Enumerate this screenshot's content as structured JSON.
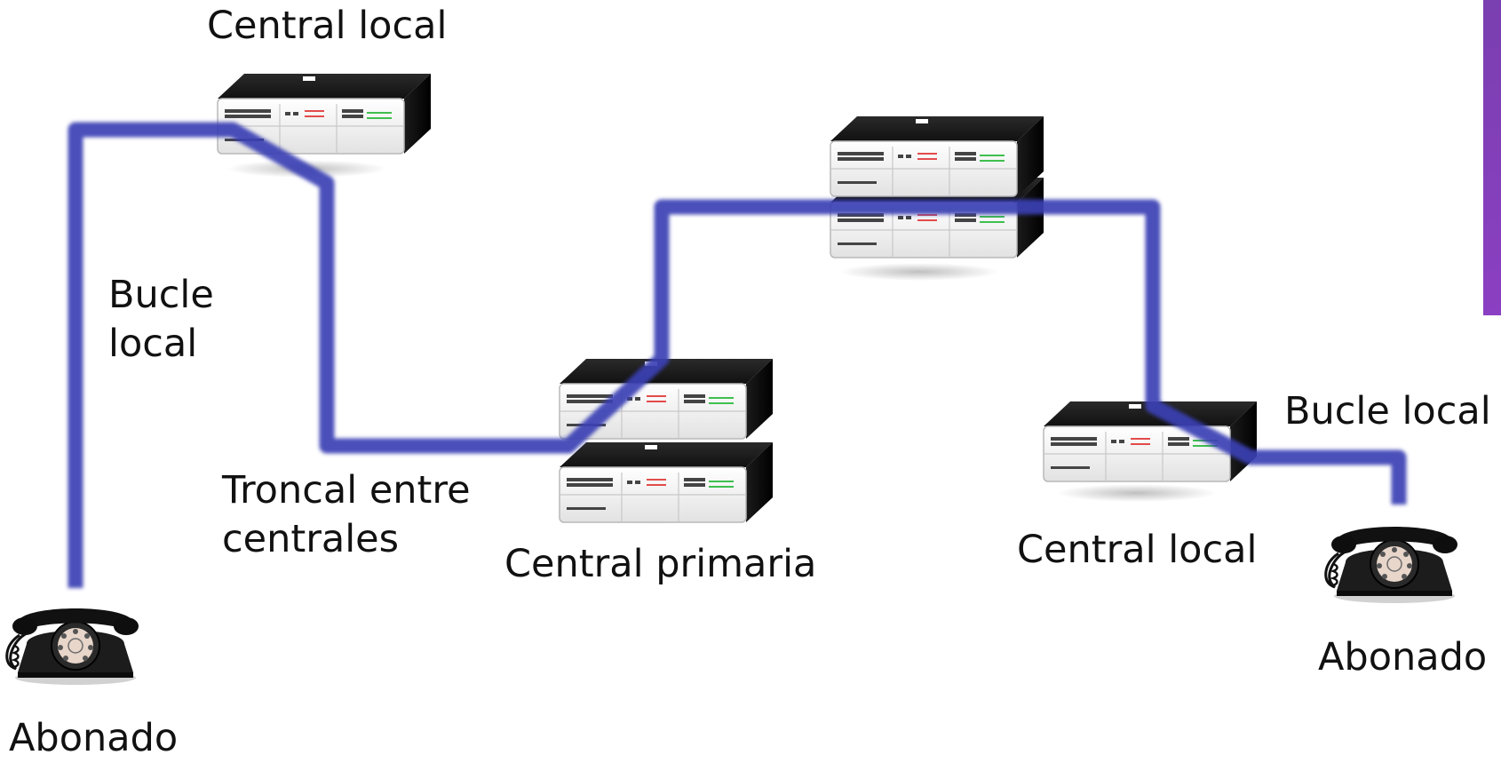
{
  "labels": {
    "central_local_top": "Central local",
    "bucle_local_left": "Bucle\nlocal",
    "troncal": "Troncal entre\ncentrales",
    "central_primaria": "Central primaria",
    "central_local_right": "Central local",
    "bucle_local_right": "Bucle local",
    "abonado_left": "Abonado",
    "abonado_right": "Abonado"
  },
  "colors": {
    "link": "#3a3fb4",
    "accent": "#8b3fc2"
  },
  "icons": {
    "switch": "telephone-exchange-icon",
    "phone": "rotary-telephone-icon"
  }
}
